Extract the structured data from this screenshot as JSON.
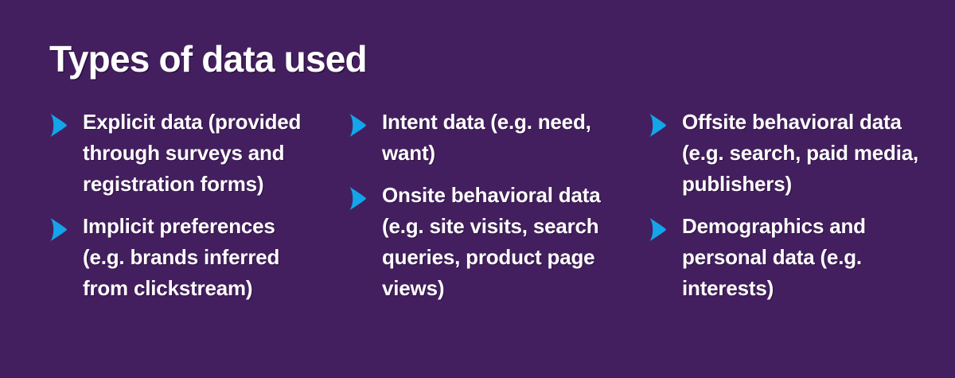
{
  "slide": {
    "title": "Types of data used",
    "background_color": "#441F5F",
    "text_color": "#FFFFFF",
    "accent_color": "#14A4EA",
    "bullet_icon": "chevron-right-arrow-icon"
  },
  "columns": [
    {
      "id": "column-explicit-implicit",
      "bullets": [
        {
          "text": "Explicit data (provided through surveys and registration forms)"
        },
        {
          "text": "Implicit preferences (e.g. brands inferred from clickstream)"
        }
      ]
    },
    {
      "id": "column-intent-onsite",
      "bullets": [
        {
          "text": "Intent data (e.g. need, want)"
        },
        {
          "text": "Onsite behavioral data (e.g. site visits, search queries, product page views)"
        }
      ]
    },
    {
      "id": "column-offsite-demographics",
      "bullets": [
        {
          "text": "Offsite behavioral data (e.g. search, paid media, publishers)"
        },
        {
          "text": "Demographics and personal data (e.g. interests)"
        }
      ]
    }
  ]
}
